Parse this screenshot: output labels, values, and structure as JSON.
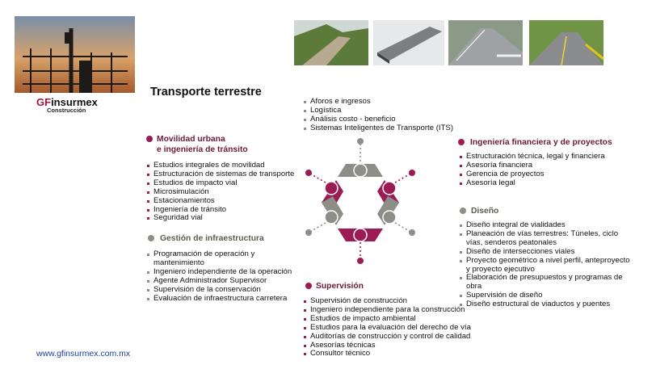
{
  "brand": {
    "name_part1": "GF",
    "name_part2": "insurmex",
    "subtitle": "Construcción"
  },
  "title": "Transporte terrestre",
  "top_list": [
    "Aforos e ingresos",
    "Logística",
    "Análisis costo - beneficio",
    "Sistemas Inteligentes de Transporte (ITS)"
  ],
  "sections": {
    "movilidad": {
      "title_line1": "Movilidad urbana",
      "title_line2": "e ingeniería de tránsito",
      "items": [
        "Estudios integrales de movilidad",
        "Estructuración de sistemas de transporte",
        "Estudios de impacto vial",
        "Microsimulación",
        "Estacionamientos",
        "Ingeniería de tránsito",
        "Seguridad vial"
      ]
    },
    "gestion": {
      "title": "Gestión de infraestructura",
      "items": [
        "Programación de operación y mantenimiento",
        "Ingeniero independiente de la operación",
        "Agente Administrador Supervisor",
        "Supervisión de la conservación",
        "Evaluación de infraestructura carretera"
      ]
    },
    "supervision": {
      "title": "Supervisión",
      "items": [
        "Supervisión de construcción",
        "Ingeniero independiente para la construcción",
        "Estudios de impacto ambiental",
        "Estudios para la evaluación del derecho de vía",
        "Auditorías de construcción y control de calidad",
        "Asesorías técnicas",
        "Consultor técnico"
      ]
    },
    "financiera": {
      "title": "Ingeniería financiera y de proyectos",
      "items": [
        "Estructuración técnica, legal y financiera",
        "Asesoría financiera",
        "Gerencia de proyectos",
        "Asesoría legal"
      ]
    },
    "diseno": {
      "title": "Diseño",
      "items": [
        "Diseño integral de vialidades",
        "Planeación de vías terrestres: Túneles, ciclo vías, senderos peatonales",
        "Diseño de intersecciones viales",
        "Proyecto geométrico a nivel perfil, anteproyecto y proyecto ejecutivo",
        "Elaboración de presupuestos y programas de obra",
        "Supervisión de diseño",
        "Diseño estructural de viaductos y puentes"
      ]
    }
  },
  "footer_url": "www.gfinsurmex.com.mx",
  "colors": {
    "magenta": "#9b1b55",
    "gray": "#8e8e88",
    "blue": "#1b3e9b"
  }
}
